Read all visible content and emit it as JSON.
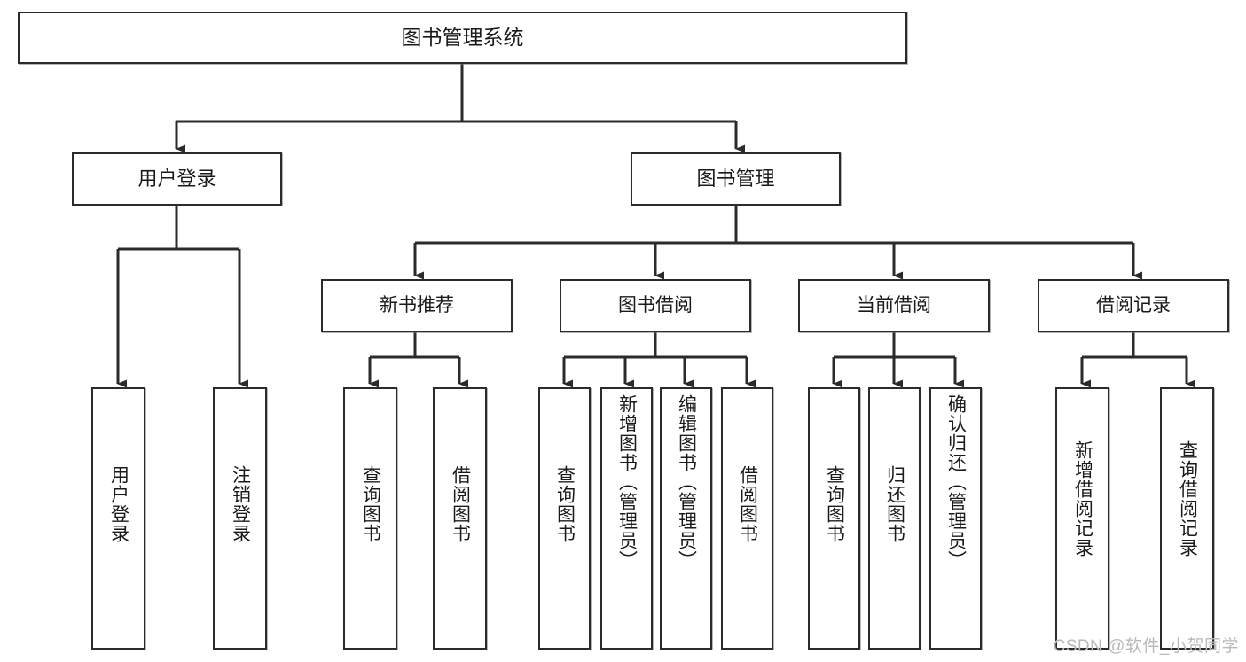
{
  "diagram": {
    "type": "tree",
    "title": "图书管理系统",
    "orientation": "top-down",
    "colors": {
      "box_border": "#2b2b2b",
      "box_fill": "#ffffff",
      "edge": "#2b2b2b",
      "text": "#1a1a1a",
      "watermark": "#b9b9b9"
    }
  },
  "root": {
    "label": "图书管理系统"
  },
  "branches": [
    {
      "label": "用户登录"
    },
    {
      "label": "图书管理"
    }
  ],
  "subbranches": [
    {
      "label": "新书推荐"
    },
    {
      "label": "图书借阅"
    },
    {
      "label": "当前借阅"
    },
    {
      "label": "借阅记录"
    }
  ],
  "leaves": {
    "user_login": [
      {
        "label": "用户登录"
      },
      {
        "label": "注销登录"
      }
    ],
    "new_book_recommend": [
      {
        "label": "查询图书"
      },
      {
        "label": "借阅图书"
      }
    ],
    "book_borrow": [
      {
        "label": "查询图书"
      },
      {
        "label": "新增图书（管理员）"
      },
      {
        "label": "编辑图书（管理员）"
      },
      {
        "label": "借阅图书"
      }
    ],
    "current_borrow": [
      {
        "label": "查询图书"
      },
      {
        "label": "归还图书"
      },
      {
        "label": "确认归还（管理员）"
      }
    ],
    "borrow_record": [
      {
        "label": "新增借阅记录"
      },
      {
        "label": "查询借阅记录"
      }
    ]
  },
  "watermark": {
    "text": "CSDN @软件_小贺同学"
  }
}
